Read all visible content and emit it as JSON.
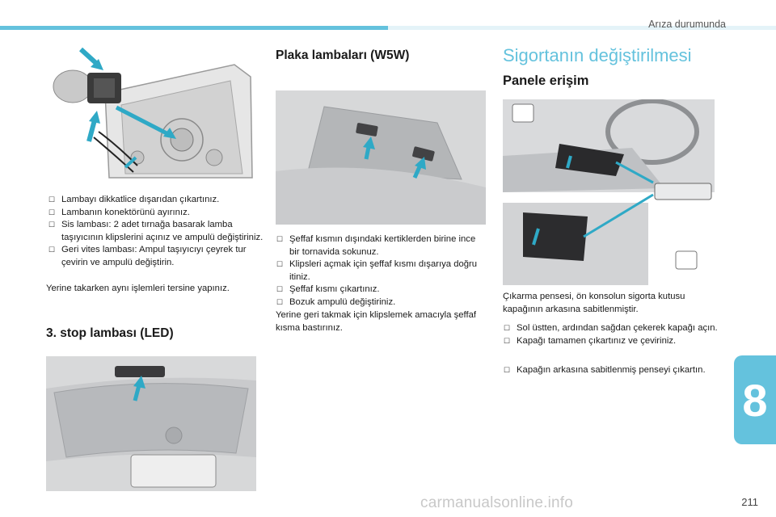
{
  "header": {
    "section_title": "Arıza durumunda"
  },
  "chapter": {
    "number": "8"
  },
  "page": {
    "number": "211"
  },
  "watermark": {
    "text": "carmanualsonline.info"
  },
  "rear_lamp": {
    "items": [
      "Lambayı dikkatlice dışarıdan çıkartınız.",
      "Lambanın konektörünü ayırınız.",
      "Sis lambası: 2 adet tırnağa basarak lamba taşıyıcının klipslerini açınız ve ampulü değiştiriniz.",
      "Geri vites lambası: Ampul taşıyıcıyı çeyrek tur çevirin ve ampulü değiştirin."
    ],
    "note": "Yerine takarken aynı işlemleri tersine yapınız."
  },
  "stop_lamp": {
    "title": "3. stop lambası (LED)"
  },
  "plate_lamp": {
    "title": "Plaka lambaları (W5W)",
    "items": [
      "Şeffaf kısmın dışındaki kertiklerden birine ince bir tornavida sokunuz.",
      "Klipsleri açmak için şeffaf kısmı dışarıya doğru itiniz.",
      "Şeffaf kısmı çıkartınız.",
      "Bozuk ampulü değiştiriniz."
    ],
    "note": "Yerine geri takmak için klipslemek amacıyla şeffaf kısma bastırınız."
  },
  "fuse": {
    "title": "Sigortanın değiştirilmesi",
    "subtitle": "Panele erişim",
    "intro": "Çıkarma pensesi, ön konsolun sigorta kutusu kapağının arkasına sabitlenmiştir.",
    "items_a": [
      "Sol üstten, ardından sağdan çekerek kapağı açın.",
      "Kapağı tamamen çıkartınız ve çeviriniz."
    ],
    "items_b": [
      "Kapağın arkasına sabitlenmiş penseyi çıkartın."
    ]
  },
  "bullet_glyph": "",
  "colors": {
    "accent": "#64c2dd",
    "arrow": "#2fa9c6"
  }
}
